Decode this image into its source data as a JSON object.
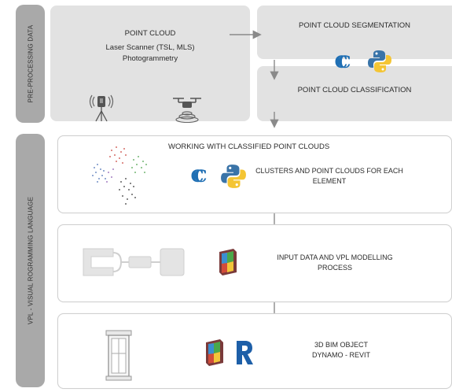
{
  "side_labels": {
    "pre_processing": "PRE-PROCESSING DATA",
    "vpl": "VPL - VISUAL ROGRAMMING LANGUAGE"
  },
  "point_cloud": {
    "title": "POINT CLOUD",
    "line1": "Laser Scanner (TSL, MLS)",
    "line2": "Photogrammetry"
  },
  "segmentation": {
    "title": "POINT CLOUD SEGMENTATION"
  },
  "classification": {
    "title": "POINT CLOUD CLASSIFICATION"
  },
  "working": {
    "title": "WORKING WITH CLASSIFIED POINT CLOUDS",
    "line1": "CLUSTERS AND POINT CLOUDS FOR EACH",
    "line2": "ELEMENT"
  },
  "input": {
    "line1": "INPUT DATA AND VPL MODELLING",
    "line2": "PROCESS"
  },
  "bim": {
    "line1": "3D BIM OBJECT",
    "line2": "DYNAMO - REVIT"
  },
  "icons": {
    "cloudcompare": "CC",
    "revit": "R",
    "dynamo": "dynamo-icon",
    "python": "python-icon",
    "scanner": "laser-scanner-icon",
    "drone": "drone-icon",
    "window": "window-icon",
    "nodes": "vpl-nodes-icon"
  },
  "colors": {
    "sidebar": "#a9a9a9",
    "grey_box": "#e2e2e2",
    "arrow": "#8a8a8a",
    "python_blue": "#3a74a8",
    "python_yellow": "#f4c534",
    "cc_blue": "#1f6fb4",
    "revit_blue": "#1d5fa8"
  }
}
